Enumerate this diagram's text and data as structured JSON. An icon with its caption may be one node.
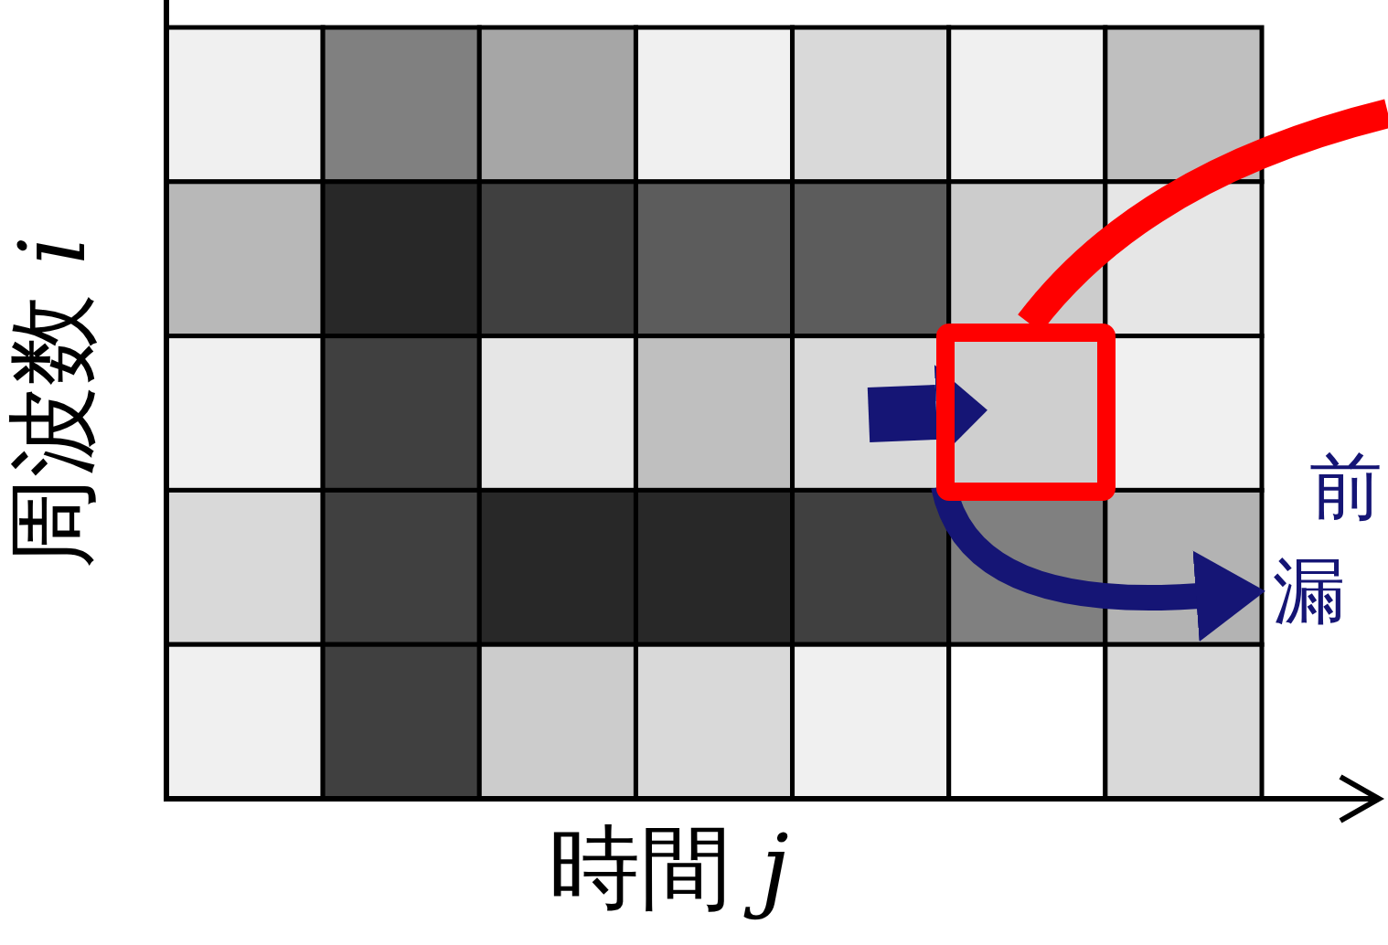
{
  "diagram": {
    "nodes": [
      {
        "text": [],
        "shape": "box"
      },
      {
        "text": [
          "前"
        ]
      },
      {
        "text": [
          "漏"
        ]
      }
    ],
    "edges": [
      {
        "from": null,
        "to": 0,
        "arrow": "to",
        "style": "thick",
        "color": "#151575"
      },
      {
        "from": 0,
        "to": null,
        "arrow": "none",
        "color": "#ff0000"
      },
      {
        "from": 0,
        "to": 2,
        "arrow": "to",
        "color": "#151575"
      }
    ],
    "labels": [
      "周波数 *i*",
      "時間 *j*"
    ]
  }
}
